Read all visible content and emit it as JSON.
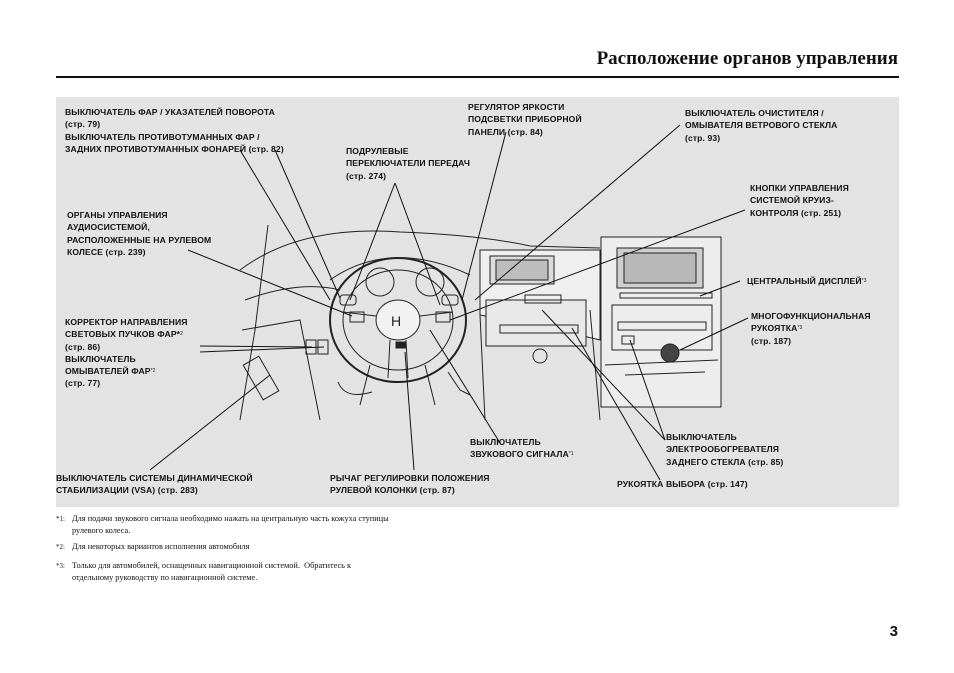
{
  "header": {
    "title": "Расположение органов управления"
  },
  "labels": {
    "headlights": "ВЫКЛЮЧАТЕЛЬ ФАР / УКАЗАТЕЛЕЙ ПОВОРОТА\n(стр. 79)\nВЫКЛЮЧАТЕЛЬ ПРОТИВОТУМАННЫХ ФАР /\nЗАДНИХ ПРОТИВОТУМАННЫХ ФОНАРЕЙ (стр. 82)",
    "paddles": "ПОДРУЛЕВЫЕ\nПЕРЕКЛЮЧАТЕЛИ ПЕРЕДАЧ\n(стр. 274)",
    "brightness": "РЕГУЛЯТОР ЯРКОСТИ\nПОДСВЕТКИ ПРИБОРНОЙ\nПАНЕЛИ (стр. 84)",
    "wipers": "ВЫКЛЮЧАТЕЛЬ ОЧИСТИТЕЛЯ /\nОМЫВАТЕЛЯ ВЕТРОВОГО СТЕКЛА\n(стр. 93)",
    "cruise": "КНОПКИ УПРАВЛЕНИЯ\nСИСТЕМОЙ КРУИЗ-\nКОНТРОЛЯ (стр. 251)",
    "audio": "ОРГАНЫ УПРАВЛЕНИЯ\nАУДИОСИСТЕМОЙ,\nРАСПОЛОЖЕННЫЕ НА РУЛЕВОМ\nКОЛЕСЕ (стр. 239)",
    "display": "ЦЕНТРАЛЬНЫЙ ДИСПЛЕЙ",
    "display_sup": "*3",
    "knob": "МНОГОФУНКЦИОНАЛЬНАЯ\nРУКОЯТКА",
    "knob_sup": "*3",
    "knob_page": "(стр. 187)",
    "leveler_a": "КОРРЕКТОР НАПРАВЛЕНИЯ\nСВЕТОВЫХ ПУЧКОВ ФАР*",
    "leveler_sup": "2",
    "leveler_b": "(стр. 86)\nВЫКЛЮЧАТЕЛЬ\nОМЫВАТЕЛЕЙ ФАР",
    "leveler_sup2": "*2",
    "leveler_c": "(стр. 77)",
    "horn": "ВЫКЛЮЧАТЕЛЬ\nЗВУКОВОГО СИГНАЛА",
    "horn_sup": "*1",
    "defrost": "ВЫКЛЮЧАТЕЛЬ\nЭЛЕКТРООБОГРЕВАТЕЛЯ\nЗАДНЕГО СТЕКЛА (стр. 85)",
    "vsa": "ВЫКЛЮЧАТЕЛЬ СИСТЕМЫ ДИНАМИЧЕСКОЙ\nСТАБИЛИЗАЦИИ (VSA) (стр. 283)",
    "tilt": "РЫЧАГ РЕГУЛИРОВКИ ПОЛОЖЕНИЯ\nРУЛЕВОЙ КОЛОНКИ (стр. 87)",
    "selector": "РУКОЯТКА ВЫБОРА (стр. 147)"
  },
  "footnotes": [
    {
      "mark": "*1:",
      "text": "Для подачи звукового сигнала необходимо нажать на центральную часть кожуха ступицы\nрулевого колеса."
    },
    {
      "mark": "*2:",
      "text": "Для некоторых вариантов исполнения автомобиля"
    },
    {
      "mark": "*3:",
      "text": "Только для автомобилей, оснащенных навигационной системой.  Обратитесь к\nотдельному руководству по навигационной системе."
    }
  ],
  "page_number": "3"
}
